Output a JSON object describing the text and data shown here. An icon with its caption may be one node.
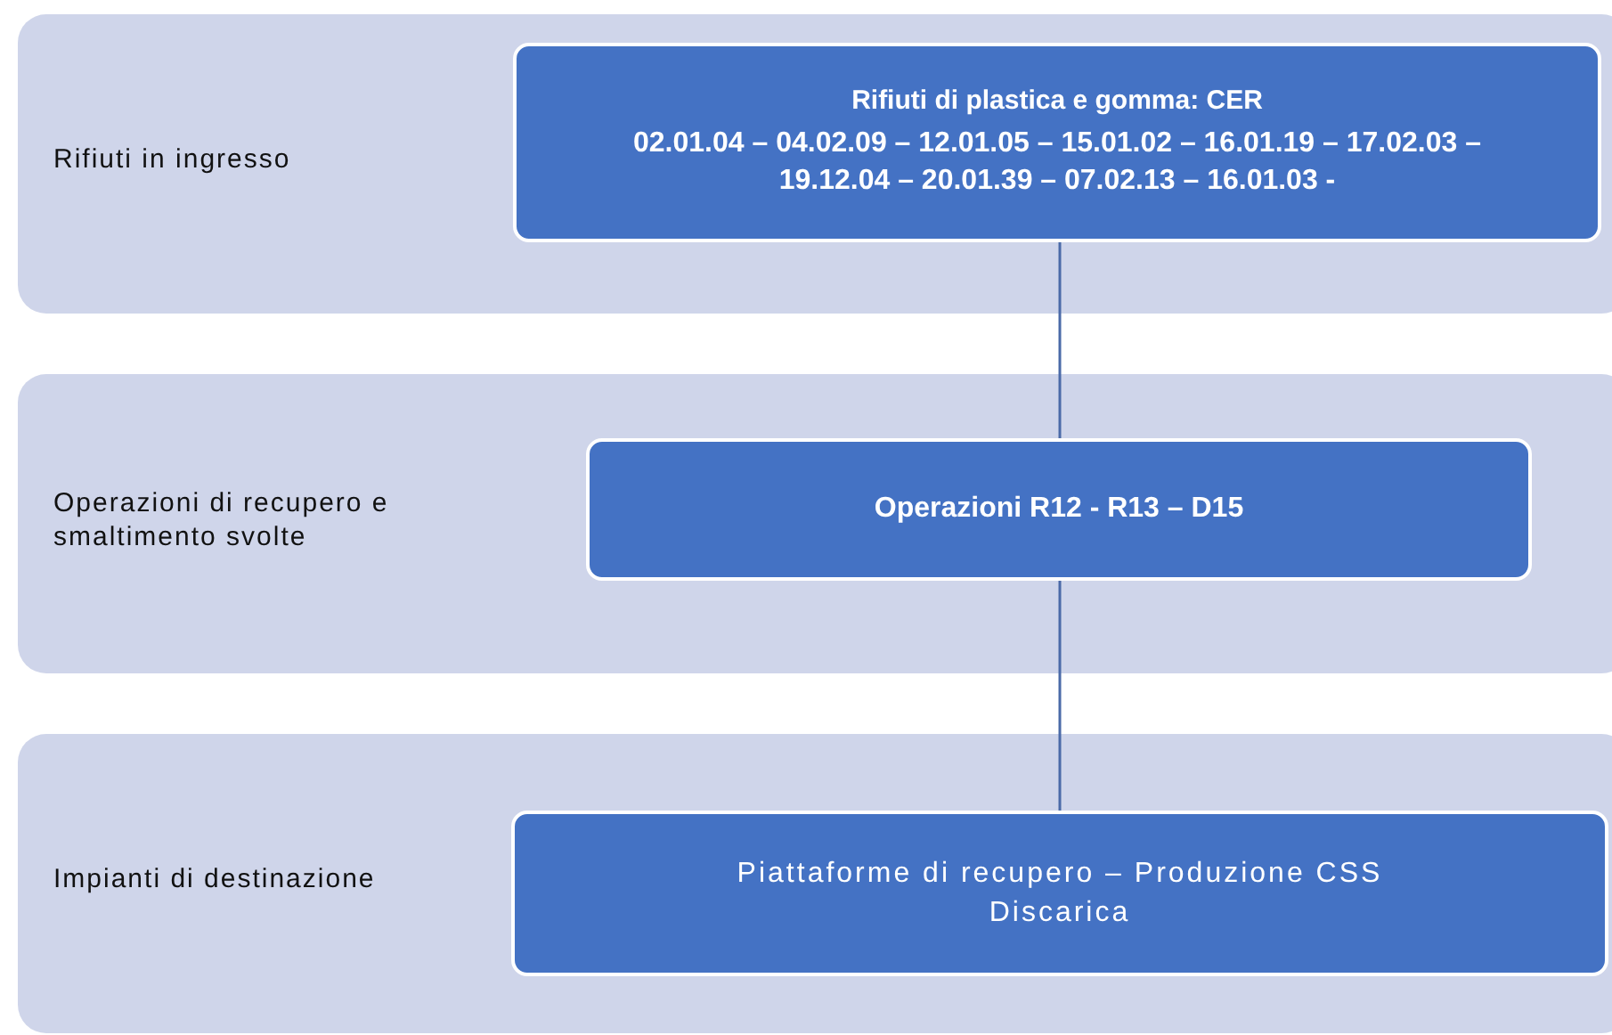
{
  "diagram": {
    "nodes": [
      {
        "text": [
          "Rifiuti in ingresso"
        ]
      },
      {
        "text": [
          "Rifiuti di plastica e gomma: CER",
          "02.01.04 – 04.02.09 – 12.01.05 – 15.01.02 – 16.01.19 – 17.02.03 – 19.12.04 – 20.01.39 – 07.02.13 – 16.01.03 -"
        ],
        "in": 0
      },
      {
        "text": [
          "Operazioni di recupero e smaltimento svolte"
        ]
      },
      {
        "text": [
          "Operazioni R12 - R13 – D15"
        ],
        "in": 2
      },
      {
        "text": [
          "Impianti di destinazione"
        ]
      },
      {
        "text": [
          "Piattaforme di recupero – Produzione CSS Discarica"
        ],
        "in": 4
      }
    ],
    "edges": [
      {
        "from": 1,
        "to": 3,
        "arrow": "none"
      },
      {
        "from": 3,
        "to": 5,
        "arrow": "none"
      }
    ]
  }
}
